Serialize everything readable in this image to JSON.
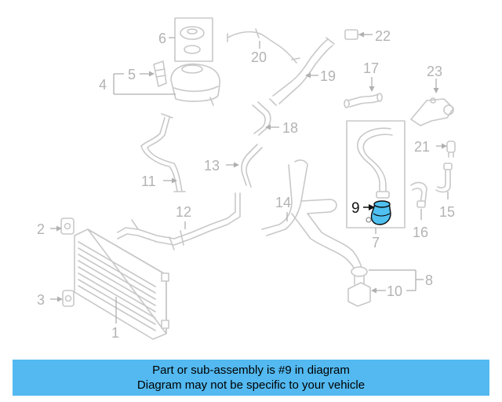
{
  "highlight": {
    "part": "9",
    "color": "#4fc0ef"
  },
  "callouts": {
    "c1": "1",
    "c2": "2",
    "c3": "3",
    "c4": "4",
    "c5": "5",
    "c6": "6",
    "c7": "7",
    "c8": "8",
    "c9": "9",
    "c10": "10",
    "c11": "11",
    "c12": "12",
    "c13": "13",
    "c14": "14",
    "c15": "15",
    "c16": "16",
    "c17": "17",
    "c18": "18",
    "c19": "19",
    "c20": "20",
    "c21": "21",
    "c22": "22",
    "c23": "23"
  },
  "banner": {
    "line1": "Part or sub-assembly is #9 in diagram",
    "line2": "Diagram may not be specific to your vehicle",
    "color": "#53b9f0"
  }
}
